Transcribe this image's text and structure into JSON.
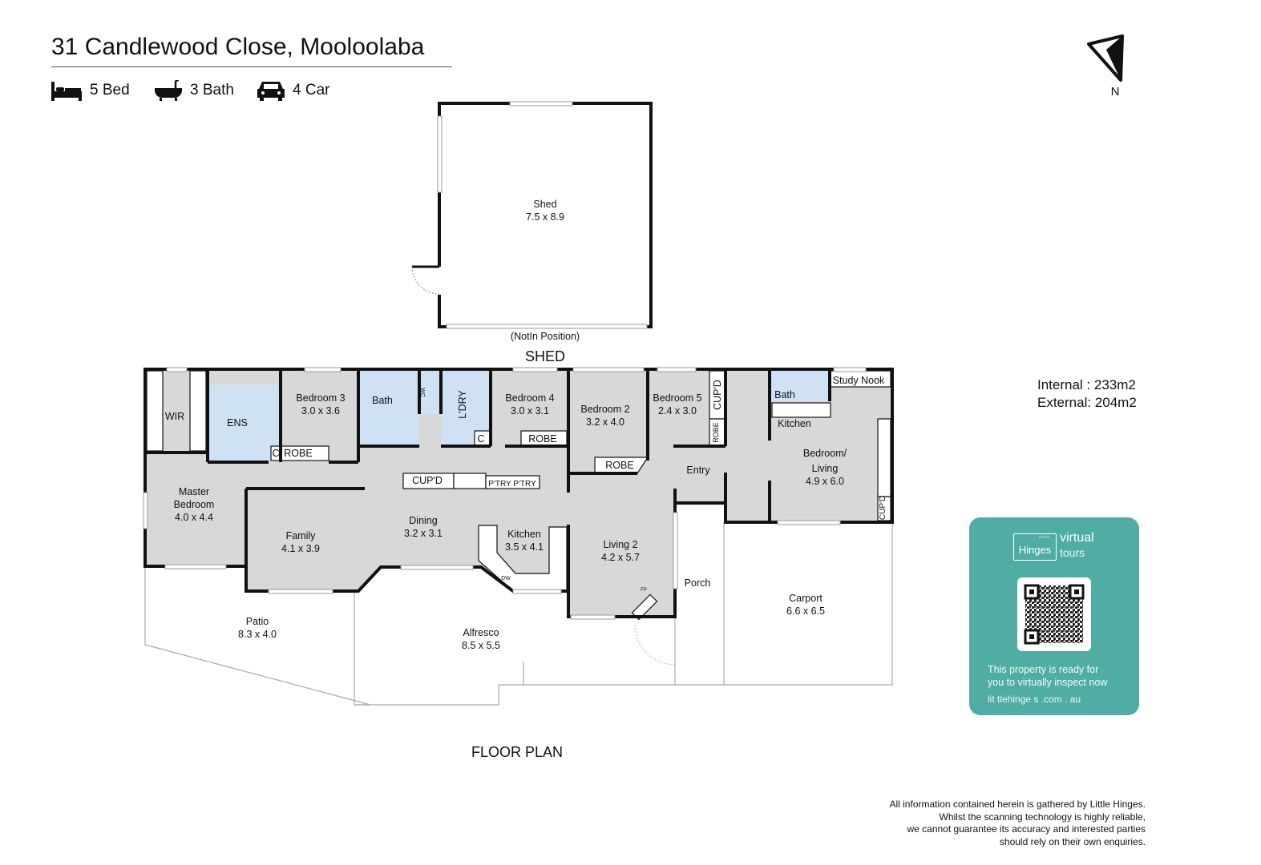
{
  "header": {
    "title": "31 Candlewood Close, Mooloolaba",
    "features": [
      {
        "icon": "bed-icon",
        "label": "5 Bed"
      },
      {
        "icon": "bathtub-icon",
        "label": "3 Bath"
      },
      {
        "icon": "car-icon",
        "label": "4 Car"
      }
    ],
    "north_label": "N"
  },
  "shed": {
    "name": "Shed",
    "size": "7.5 x 8.9",
    "note": "(NotIn Position)",
    "caption": "SHED"
  },
  "rooms": {
    "wir": "WIR",
    "ens": "ENS",
    "c1": "C",
    "robe1": "ROBE",
    "bedroom3": {
      "name": "Bedroom 3",
      "size": "3.0 x 3.6"
    },
    "bath1": "Bath",
    "wc": "WC",
    "laundry": "L'DRY",
    "c2": "C",
    "bedroom4": {
      "name": "Bedroom 4",
      "size": "3.0 x 3.1"
    },
    "robe2": "ROBE",
    "bedroom2": {
      "name": "Bedroom 2",
      "size": "3.2 x 4.0"
    },
    "robe3": "ROBE",
    "bedroom5": {
      "name": "Bedroom 5",
      "size": "2.4 x 3.0"
    },
    "cupd1": "CUP'D",
    "robe4": "ROBE",
    "entry": "Entry",
    "bath2": "Bath",
    "study_nook": "Study Nook",
    "kitchen2": "Kitchen",
    "bedroom_living": {
      "name": "Bedroom/",
      "name2": "Living",
      "size": "4.9 x 6.0"
    },
    "cupd3": "CUP'D",
    "master": {
      "name": "Master",
      "name2": "Bedroom",
      "size": "4.0 x 4.4"
    },
    "cupd2": "CUP'D",
    "pantry": "P'TRY P'TRY",
    "family": {
      "name": "Family",
      "size": "4.1 x 3.9"
    },
    "dining": {
      "name": "Dining",
      "size": "3.2 x 3.1"
    },
    "kitchen": {
      "name": "Kitchen",
      "size": "3.5 x 4.1"
    },
    "dw": "DW",
    "living2": {
      "name": "Living 2",
      "size": "4.2 x 5.7"
    },
    "fp": "FP",
    "porch": "Porch",
    "carport": {
      "name": "Carport",
      "size": "6.6 x 6.5"
    },
    "patio": {
      "name": "Patio",
      "size": "8.3 x 4.0"
    },
    "alfresco": {
      "name": "Alfresco",
      "size": "8.5 x 5.5"
    }
  },
  "plan_caption": "FLOOR PLAN",
  "areas": {
    "internal": "Internal : 233m2",
    "external": "External: 204m2"
  },
  "promo": {
    "logo_small": "LITTLE",
    "logo_brand": "Hinges",
    "logo_virtual": "virtual",
    "logo_tours": "tours",
    "line1": "This property is ready for",
    "line2": "you to virtually inspect now",
    "url": "lit tlehinge s .com . au",
    "color": "#4fada3"
  },
  "disclaimer": [
    "All information contained herein is gathered by Little Hinges.",
    "Whilst the scanning technology is highly reliable,",
    "we cannot guarantee its accuracy and interested parties",
    "should rely on their own enquiries."
  ],
  "colors": {
    "room_fill": "#d8d8d8",
    "wet_fill": "#cfe2f3",
    "wall": "#111111"
  }
}
